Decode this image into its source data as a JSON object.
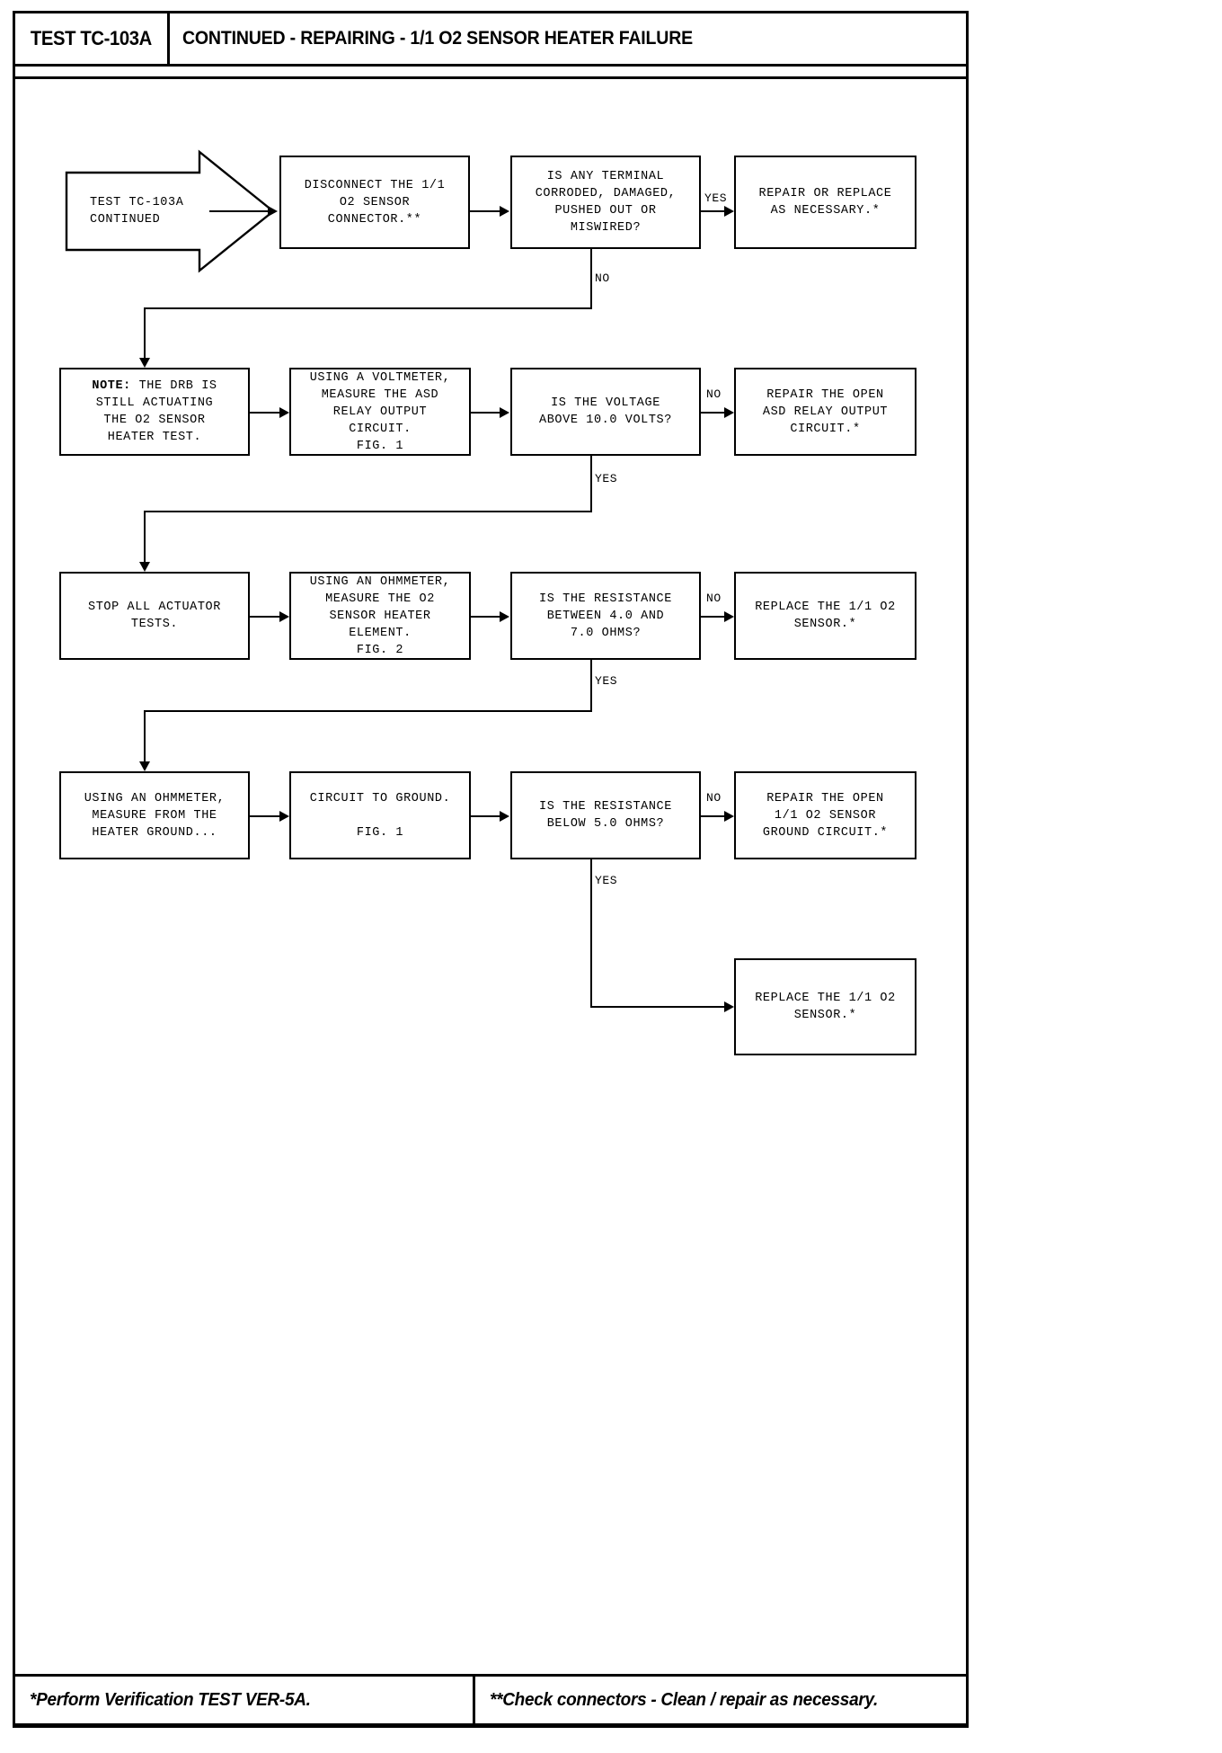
{
  "header": {
    "test_tag": "TEST TC-103A",
    "title": "CONTINUED - REPAIRING - 1/1 O2 SENSOR HEATER FAILURE"
  },
  "flow": {
    "start": {
      "label": "TEST TC-103A\nCONTINUED"
    },
    "row1": {
      "step": "DISCONNECT THE 1/1\nO2 SENSOR\nCONNECTOR.**",
      "decision": "IS ANY TERMINAL\nCORRODED, DAMAGED,\nPUSHED OUT OR\nMISWIRED?",
      "yes_label": "YES",
      "no_label": "NO",
      "yes_result": "REPAIR OR REPLACE\nAS NECESSARY.*"
    },
    "row2": {
      "note_lead": "NOTE:",
      "note_body": " THE DRB IS\nSTILL ACTUATING\nTHE O2 SENSOR\nHEATER TEST.",
      "step": "USING A VOLTMETER,\nMEASURE THE ASD\nRELAY OUTPUT\nCIRCUIT.\nFIG. 1",
      "decision": "IS THE VOLTAGE\nABOVE 10.0 VOLTS?",
      "no_label": "NO",
      "yes_label": "YES",
      "no_result": "REPAIR THE OPEN\nASD RELAY OUTPUT\nCIRCUIT.*"
    },
    "row3": {
      "step_a": "STOP ALL ACTUATOR\nTESTS.",
      "step_b": "USING AN OHMMETER,\nMEASURE THE O2\nSENSOR HEATER\nELEMENT.\nFIG. 2",
      "decision": "IS THE RESISTANCE\nBETWEEN 4.0 AND\n7.0 OHMS?",
      "no_label": "NO",
      "yes_label": "YES",
      "no_result": "REPLACE THE 1/1 O2\nSENSOR.*"
    },
    "row4": {
      "step_a": "USING AN OHMMETER,\nMEASURE FROM THE\nHEATER GROUND...",
      "step_b": "CIRCUIT TO GROUND.\n\nFIG. 1",
      "decision": "IS THE RESISTANCE\nBELOW 5.0 OHMS?",
      "no_label": "NO",
      "yes_label": "YES",
      "no_result": "REPAIR THE OPEN\n1/1 O2 SENSOR\nGROUND CIRCUIT.*"
    },
    "row5": {
      "yes_result": "REPLACE THE 1/1 O2\nSENSOR.*"
    }
  },
  "footer": {
    "left": "*Perform Verification TEST VER-5A.",
    "right": "**Check connectors - Clean / repair as necessary."
  }
}
